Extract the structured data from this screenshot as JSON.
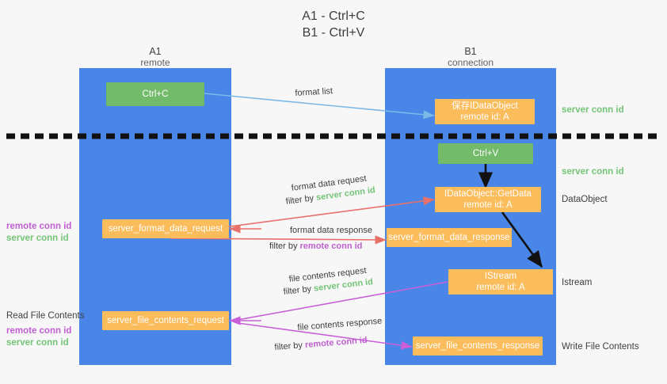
{
  "title": {
    "line1": "A1 - Ctrl+C",
    "line2": "B1 - Ctrl+V"
  },
  "lanes": [
    {
      "id": "a1",
      "title": "A1",
      "subtitle": "remote",
      "color": "#4a86e8"
    },
    {
      "id": "b1",
      "title": "B1",
      "subtitle": "connection",
      "color": "#4a86e8"
    }
  ],
  "colors": {
    "lane": "#4a86e8",
    "green_box": "#73bb6a",
    "orange_box": "#fbbc5c",
    "blue_arrow": "#7ab8e8",
    "red_arrow": "#e8706a",
    "magenta_arrow": "#c860d8",
    "black_arrow": "#000000",
    "remote_conn_id": "#c060d0",
    "server_conn_id": "#74c476",
    "text": "#3c4043"
  },
  "boxes": [
    {
      "name": "ctrl-c",
      "label1": "Ctrl+C",
      "label2": "",
      "style": "green"
    },
    {
      "name": "save-idataobject",
      "label1": "保存IDataObject",
      "label2": "remote id: A",
      "style": "orange"
    },
    {
      "name": "ctrl-v",
      "label1": "Ctrl+V",
      "label2": "",
      "style": "green"
    },
    {
      "name": "idataobject-getdata",
      "label1": "IDataObject::GetData",
      "label2": "remote id: A",
      "style": "orange"
    },
    {
      "name": "server-format-data-request",
      "label1": "server_format_data_request",
      "label2": "",
      "style": "orange"
    },
    {
      "name": "server-format-data-response",
      "label1": "server_format_data_response",
      "label2": "",
      "style": "orange"
    },
    {
      "name": "istream",
      "label1": "IStream",
      "label2": "remote id: A",
      "style": "orange"
    },
    {
      "name": "server-file-contents-request",
      "label1": "server_file_contents_request",
      "label2": "",
      "style": "orange"
    },
    {
      "name": "server-file-contents-response",
      "label1": "server_file_contents_response",
      "label2": "",
      "style": "orange"
    }
  ],
  "edge_labels": {
    "format_list": "format list",
    "format_data_request": "format data request",
    "format_data_response": "format data response",
    "file_contents_request": "file contents request",
    "file_contents_response": "file contents response",
    "filter_by": "filter by",
    "server_conn_id": "server conn id",
    "remote_conn_id": "remote conn id"
  },
  "right_labels": [
    {
      "name": "server-conn-id-top",
      "text": "server conn id",
      "kind": "server"
    },
    {
      "name": "server-conn-id-second",
      "text": "server conn id",
      "kind": "server"
    },
    {
      "name": "dataobject",
      "text": "DataObject",
      "kind": "plain"
    },
    {
      "name": "istream",
      "text": "Istream",
      "kind": "plain"
    },
    {
      "name": "write-file-contents",
      "text": "Write File Contents",
      "kind": "plain"
    }
  ],
  "left_labels": {
    "group_middle": {
      "remote": "remote conn id",
      "server": "server conn id"
    },
    "group_bottom": {
      "heading": "Read File Contents",
      "remote": "remote conn id",
      "server": "server conn id"
    }
  }
}
